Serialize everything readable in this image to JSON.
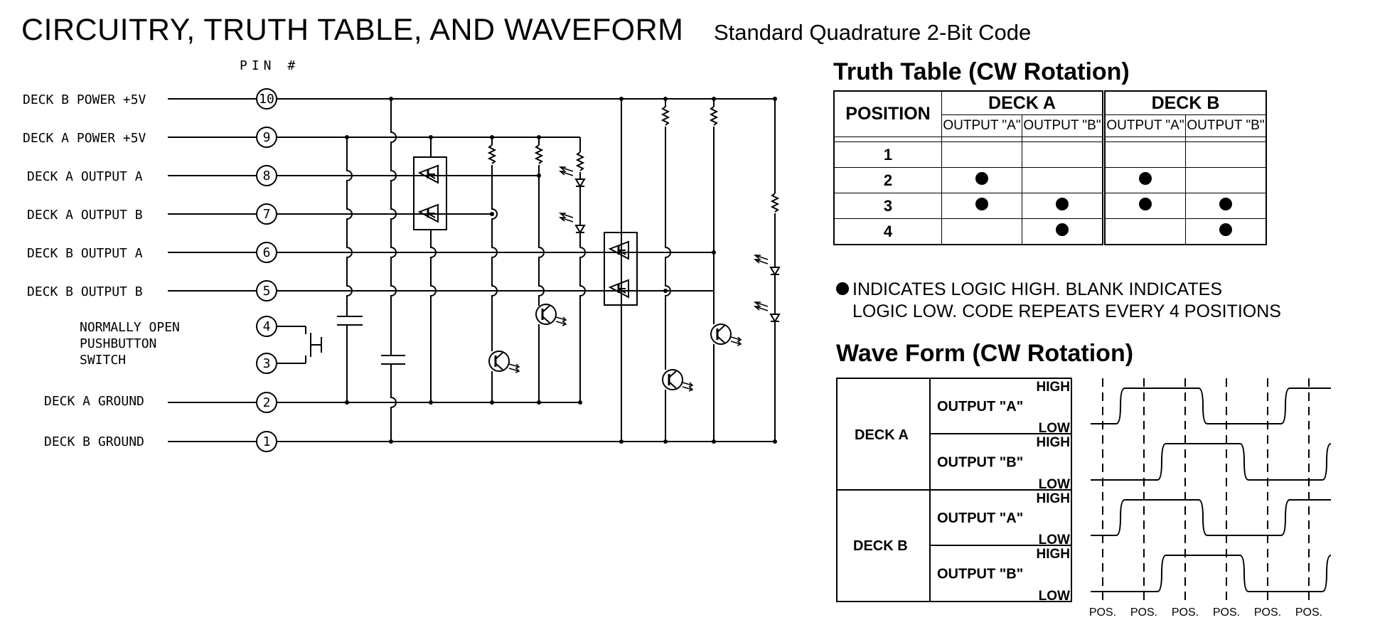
{
  "header": {
    "title": "CIRCUITRY, TRUTH TABLE, AND WAVEFORM",
    "subtitle": "Standard Quadrature 2-Bit Code"
  },
  "schematic": {
    "pin_header": "PIN #",
    "pins": [
      {
        "label": "DECK B POWER +5V",
        "num": "10"
      },
      {
        "label": "DECK A POWER +5V",
        "num": "9"
      },
      {
        "label": "DECK A OUTPUT A",
        "num": "8"
      },
      {
        "label": "DECK A OUTPUT B",
        "num": "7"
      },
      {
        "label": "DECK B OUTPUT A",
        "num": "6"
      },
      {
        "label": "DECK B OUTPUT B",
        "num": "5"
      },
      {
        "label": "",
        "num": "4"
      },
      {
        "label": "",
        "num": "3"
      },
      {
        "label": "DECK A GROUND",
        "num": "2"
      },
      {
        "label": "DECK B GROUND",
        "num": "1"
      }
    ],
    "switch_label": [
      "NORMALLY OPEN",
      "PUSHBUTTON",
      "SWITCH"
    ]
  },
  "truth_table": {
    "heading": "Truth Table (CW Rotation)",
    "position_header": "POSITION",
    "deck_a": "DECK A",
    "deck_b": "DECK B",
    "out_a": "OUTPUT \"A\"",
    "out_b": "OUTPUT \"B\"",
    "rows": [
      {
        "position": "1",
        "values": [
          0,
          0,
          0,
          0
        ]
      },
      {
        "position": "2",
        "values": [
          1,
          0,
          1,
          0
        ]
      },
      {
        "position": "3",
        "values": [
          1,
          1,
          1,
          1
        ]
      },
      {
        "position": "4",
        "values": [
          0,
          1,
          0,
          1
        ]
      }
    ],
    "note_line1": "INDICATES LOGIC HIGH.  BLANK INDICATES",
    "note_line2": "LOGIC LOW. CODE REPEATS EVERY 4 POSITIONS"
  },
  "waveform": {
    "heading": "Wave Form (CW Rotation)",
    "groups": [
      "DECK A",
      "DECK B"
    ],
    "rows": [
      {
        "label": "OUTPUT \"A\"",
        "high": "HIGH",
        "low": "LOW",
        "edges": [
          [
            1,
            1
          ],
          [
            3,
            0
          ],
          [
            5,
            1
          ]
        ],
        "start": 0
      },
      {
        "label": "OUTPUT \"B\"",
        "high": "HIGH",
        "low": "LOW",
        "edges": [
          [
            2,
            1
          ],
          [
            4,
            0
          ],
          [
            6,
            1
          ]
        ],
        "start": 0
      },
      {
        "label": "OUTPUT \"A\"",
        "high": "HIGH",
        "low": "LOW",
        "edges": [
          [
            1,
            1
          ],
          [
            3,
            0
          ],
          [
            5,
            1
          ]
        ],
        "start": 0
      },
      {
        "label": "OUTPUT \"B\"",
        "high": "HIGH",
        "low": "LOW",
        "edges": [
          [
            2,
            1
          ],
          [
            4,
            0
          ],
          [
            6,
            1
          ]
        ],
        "start": 0
      }
    ],
    "pos_labels": [
      "POS.",
      "POS.",
      "POS.",
      "POS.",
      "POS.",
      "POS."
    ]
  }
}
